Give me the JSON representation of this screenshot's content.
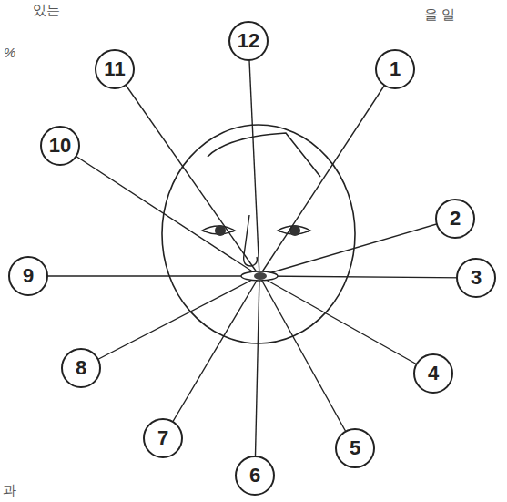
{
  "diagram": {
    "nodes": [
      {
        "text": [
          "12"
        ]
      },
      {
        "text": [
          "11"
        ]
      },
      {
        "text": [
          "1"
        ]
      },
      {
        "text": [
          "10"
        ]
      },
      {
        "text": [
          "2"
        ]
      },
      {
        "text": [
          "9"
        ]
      },
      {
        "text": [
          "3"
        ]
      },
      {
        "text": [
          "8"
        ]
      },
      {
        "text": [
          "4"
        ]
      },
      {
        "text": [
          "7"
        ]
      },
      {
        "text": [
          "5"
        ]
      },
      {
        "text": [
          "6"
        ]
      }
    ],
    "labels": [
      "있는",
      "을 일",
      "%",
      "과"
    ]
  }
}
